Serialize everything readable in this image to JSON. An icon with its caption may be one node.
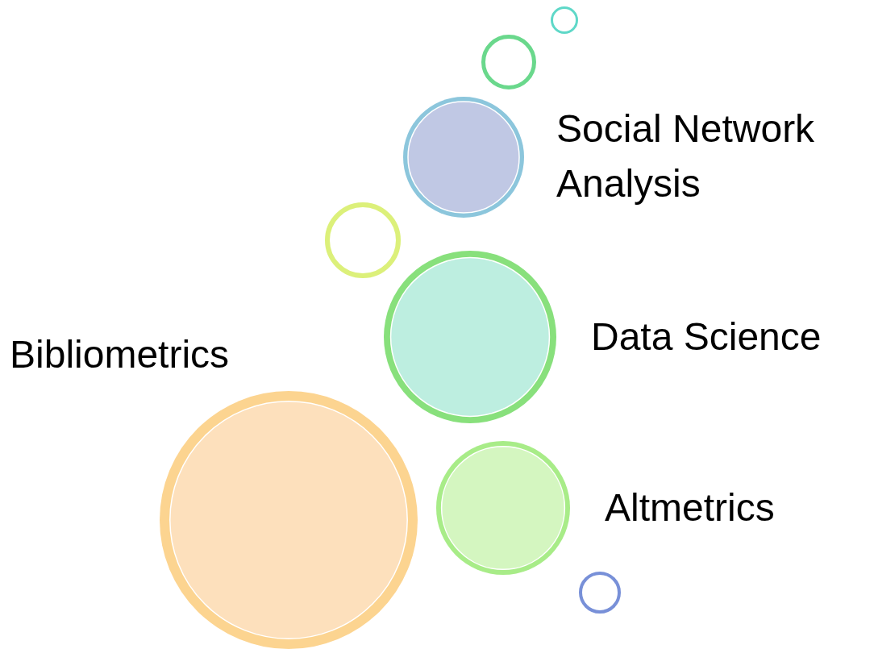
{
  "diagram": {
    "nodes": [
      {
        "text": [],
        "shape": "circle"
      },
      {
        "text": [],
        "shape": "circle"
      },
      {
        "text": [
          "Social Network Analysis"
        ]
      },
      {
        "text": [],
        "shape": "circle"
      },
      {
        "text": [
          "Data Science"
        ]
      },
      {
        "text": [
          "Bibliometrics"
        ]
      },
      {
        "text": [
          "Altmetrics"
        ]
      },
      {
        "text": [],
        "shape": "circle"
      }
    ]
  }
}
